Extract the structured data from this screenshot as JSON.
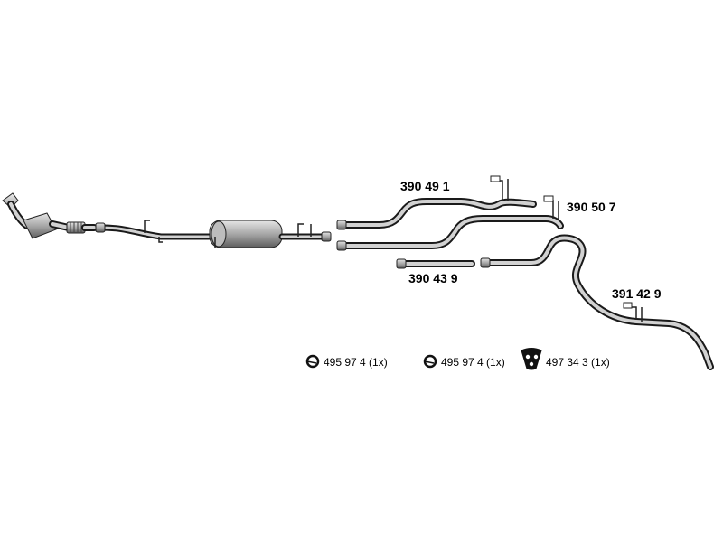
{
  "parts": {
    "p1": "390 49 1",
    "p2": "390 50 7",
    "p3": "390 43 9",
    "p4": "391 42 9"
  },
  "accessories": [
    {
      "text": "495 97 4  (1x)",
      "icon": "clamp-icon"
    },
    {
      "text": "495 97 4  (1x)",
      "icon": "clamp-icon"
    },
    {
      "text": "497 34 3  (1x)",
      "icon": "rubber-hanger-icon"
    }
  ]
}
